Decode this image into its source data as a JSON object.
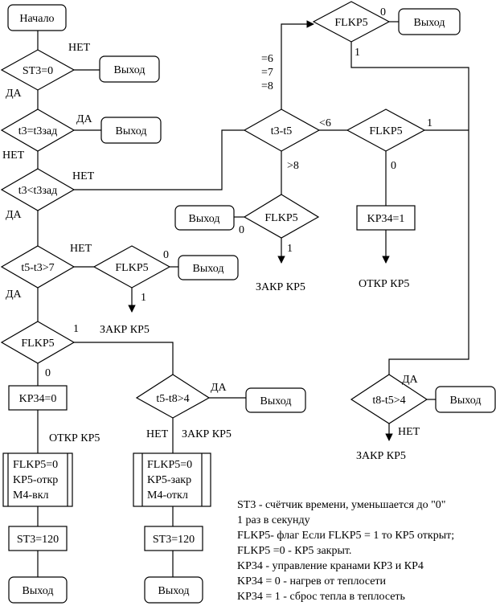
{
  "blocks": {
    "start": "Начало",
    "st3_check": "ST3=0",
    "exit_1": "Выход",
    "t3_eq": "t3=t3зад",
    "exit_2": "Выход",
    "t3_lt": "t3<t3зад",
    "t5_t3": "t5-t3>7",
    "flkp5_mid": "FLKP5",
    "exit_3": "Выход",
    "flkp5_left": "FLKP5",
    "kp34_0": "KP34=0",
    "set_open_1": "FLKP5=0",
    "set_open_2": "KP5-откр",
    "set_open_3": "M4-вкл",
    "st3_120_left": "ST3=120",
    "exit_left_bottom": "Выход",
    "t5_t8": "t5-t8>4",
    "exit_t5_t8": "Выход",
    "set_close_1": "FLKP5=0",
    "set_close_2": "KP5-закр",
    "set_close_3": "M4-откл",
    "st3_120_right": "ST3=120",
    "exit_right_bottom": "Выход",
    "flkp5_top": "FLKP5",
    "exit_top": "Выход",
    "t3_t5": "t3-t5",
    "flkp5_r": "FLKP5",
    "flkp5_mid2": "FLKP5",
    "exit_mid2": "Выход",
    "kp34_1": "KP34=1",
    "t8_t5": "t8-t5>4",
    "exit_t8_t5": "Выход"
  },
  "labels": {
    "net": "НЕТ",
    "da": "ДА",
    "zero": "0",
    "one": "1",
    "eq6": "=6",
    "eq7": "=7",
    "eq8": "=8",
    "lt6": "<6",
    "gt8": ">8",
    "zakr_kp5": "ЗАКР КР5",
    "otkr_kp5": "ОТКР КР5"
  },
  "notes": [
    "ST3 - счётчик времени, уменьшается до \"0\"",
    "1 раз в секунду",
    "FLKP5- флаг   Если FLKP5 = 1 то КР5 открыт;",
    "FLKP5 =0 - КР5 закрыт.",
    "KP34 - управление кранами  КР3 и КР4",
    "KP34 = 0 - нагрев от теплосети",
    "KP34 = 1 - сброс тепла в теплосеть"
  ]
}
